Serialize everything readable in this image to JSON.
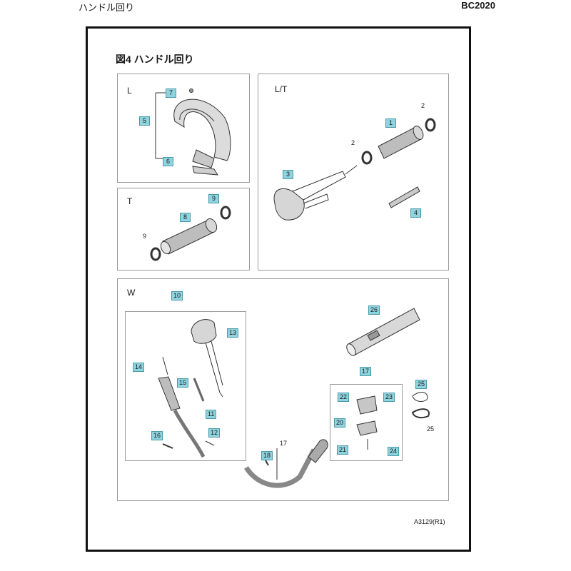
{
  "header": {
    "section": "ハンドル回り",
    "model": "BC2020"
  },
  "figure": {
    "title": "図4 ハンドル回り",
    "docref": "A3129(R1)"
  },
  "panels": {
    "L": {
      "label": "L",
      "parts": [
        {
          "no": "7",
          "tagged": true
        },
        {
          "no": "5",
          "tagged": true
        },
        {
          "no": "6",
          "tagged": true
        }
      ]
    },
    "T": {
      "label": "T",
      "parts": [
        {
          "no": "9",
          "tagged": true
        },
        {
          "no": "8",
          "tagged": true
        },
        {
          "no": "9",
          "tagged": false
        }
      ]
    },
    "LT": {
      "label": "L/T",
      "parts": [
        {
          "no": "2",
          "tagged": false
        },
        {
          "no": "1",
          "tagged": true
        },
        {
          "no": "2",
          "tagged": false
        },
        {
          "no": "3",
          "tagged": true
        },
        {
          "no": "4",
          "tagged": true
        }
      ]
    },
    "W": {
      "label": "W",
      "parts": [
        {
          "no": "10",
          "tagged": true
        },
        {
          "no": "13",
          "tagged": true
        },
        {
          "no": "14",
          "tagged": true
        },
        {
          "no": "15",
          "tagged": true
        },
        {
          "no": "11",
          "tagged": true
        },
        {
          "no": "12",
          "tagged": true
        },
        {
          "no": "16",
          "tagged": true
        },
        {
          "no": "26",
          "tagged": true
        },
        {
          "no": "17",
          "tagged": true
        },
        {
          "no": "22",
          "tagged": true
        },
        {
          "no": "23",
          "tagged": true
        },
        {
          "no": "20",
          "tagged": true
        },
        {
          "no": "21",
          "tagged": true
        },
        {
          "no": "24",
          "tagged": true
        },
        {
          "no": "25",
          "tagged": true
        },
        {
          "no": "25",
          "tagged": false
        },
        {
          "no": "17",
          "tagged": false
        },
        {
          "no": "18",
          "tagged": true
        }
      ]
    }
  },
  "colors": {
    "callout_fill": "#8fd3df",
    "callout_border": "#4a9aaa",
    "line": "#333333"
  }
}
